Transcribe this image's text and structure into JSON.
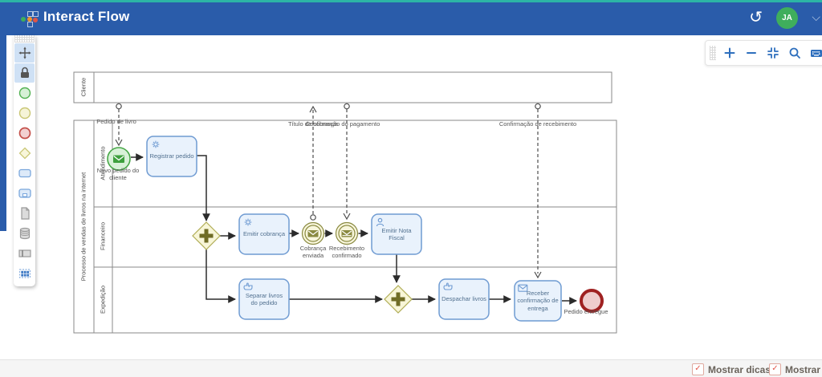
{
  "header": {
    "app_title": "Interact Flow",
    "avatar_initials": "JA"
  },
  "icons": {
    "undo": "undo-arrow",
    "avatar_chevron": "chevron-down",
    "zoom_controls": [
      "zoom-in",
      "zoom-out",
      "fit-viewport",
      "search",
      "keyboard-shortcuts"
    ],
    "palette_tools": [
      "move-tool",
      "lock-tool",
      "start-event",
      "intermediate-event",
      "end-event",
      "gateway",
      "task",
      "subprocess",
      "data-object",
      "data-store",
      "participant",
      "grid-group"
    ]
  },
  "diagram": {
    "pool_cliente": "Cliente",
    "pool_main": "Processo de vendas de livros na internet",
    "lanes": {
      "atendimento": "Atendimento",
      "financeiro": "Financeiro",
      "expedicao": "Expedição"
    },
    "nodes": {
      "start": "Novo pedido do cliente",
      "registrar": "Registrar pedido",
      "emitir_cobranca": "Emitir cobrança",
      "cobranca_enviada": "Cobrança enviada",
      "recebimento_confirmado": "Recebimento confirmado",
      "emitir_nota": "Emitir Nota Fiscal",
      "separar": "Separar livros do pedido",
      "despachar": "Despachar livros",
      "receber": "Receber confirmação de entrega",
      "fim": "Pedido entregue"
    },
    "messages": {
      "pedido": "Pedido de livro",
      "titulo": "Título de cobrança",
      "pagamento": "Confirmação do pagamento",
      "recebimento": "Confirmação de recebimento"
    }
  },
  "footer": {
    "show_tips": "Mostrar dicas",
    "show_warnings": "Mostrar avisos",
    "check_glyph": "✓"
  },
  "colors": {
    "header_blue": "#2a5caa",
    "teal_accent": "#2cb5a5",
    "avatar_green": "#3fae5c",
    "icon_blue": "#2e6fbd",
    "check_orange": "#e2574c",
    "task_fill": "#e9f2fc",
    "task_stroke": "#6f9bd2",
    "event_olive": "#8a8a41",
    "start_green": "#47a747",
    "end_red": "#9f2121"
  }
}
